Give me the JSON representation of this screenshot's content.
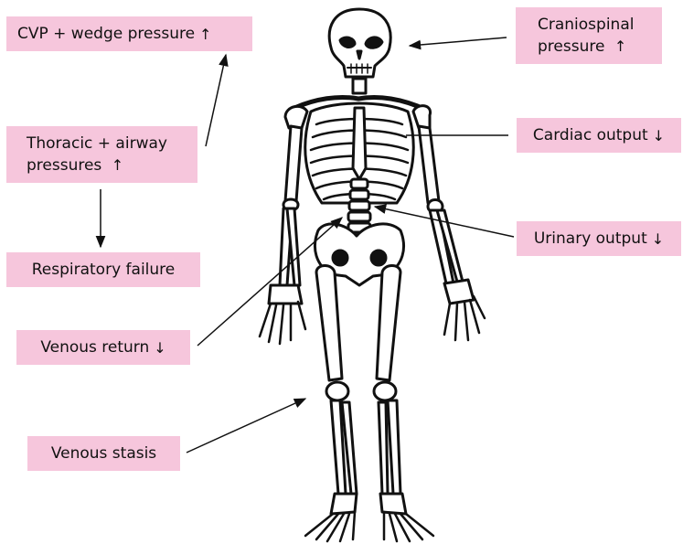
{
  "labels": {
    "cvp": {
      "text": "CVP + wedge pressure",
      "arrow": "↑"
    },
    "craniospinal": {
      "line1": "Craniospinal",
      "line2": "pressure",
      "arrow": "↑"
    },
    "thoracic": {
      "line1": "Thoracic + airway",
      "line2": "pressures",
      "arrow": "↑"
    },
    "cardiac": {
      "text": "Cardiac output",
      "arrow": "↓"
    },
    "urinary": {
      "text": "Urinary output",
      "arrow": "↓"
    },
    "respiratory": {
      "text": "Respiratory failure"
    },
    "venous_return": {
      "text": "Venous return",
      "arrow": "↓"
    },
    "venous_stasis": {
      "text": "Venous stasis"
    }
  },
  "colors": {
    "label_bg": "#f6c6dc",
    "line": "#111111",
    "bone": "#ffffff"
  },
  "figure": {
    "icon": "skeleton-icon"
  }
}
